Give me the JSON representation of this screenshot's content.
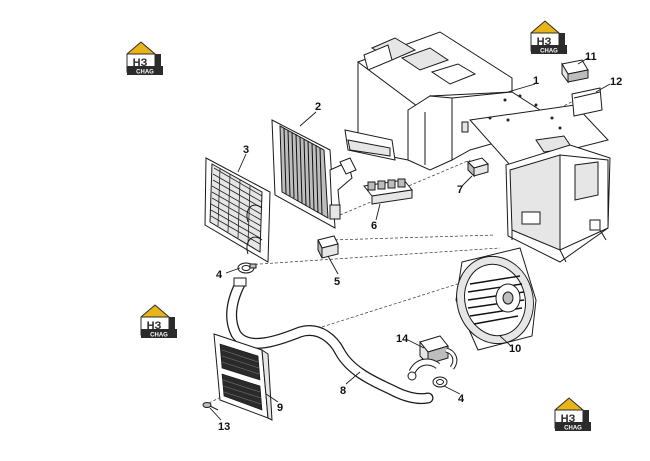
{
  "logo": {
    "letters": "НЗ",
    "subtext": "CHAG",
    "icon": "house-logo-icon",
    "colors": {
      "roof": "#e8b417",
      "dark": "#2b2b2b",
      "text": "#ffffff"
    }
  },
  "callouts": [
    {
      "id": "1",
      "label": "1"
    },
    {
      "id": "2",
      "label": "2"
    },
    {
      "id": "3",
      "label": "3"
    },
    {
      "id": "4a",
      "label": "4"
    },
    {
      "id": "4b",
      "label": "4"
    },
    {
      "id": "5",
      "label": "5"
    },
    {
      "id": "6",
      "label": "6"
    },
    {
      "id": "7",
      "label": "7"
    },
    {
      "id": "8",
      "label": "8"
    },
    {
      "id": "9",
      "label": "9"
    },
    {
      "id": "10",
      "label": "10"
    },
    {
      "id": "11",
      "label": "11"
    },
    {
      "id": "12",
      "label": "12"
    },
    {
      "id": "13",
      "label": "13"
    },
    {
      "id": "14",
      "label": "14"
    }
  ]
}
